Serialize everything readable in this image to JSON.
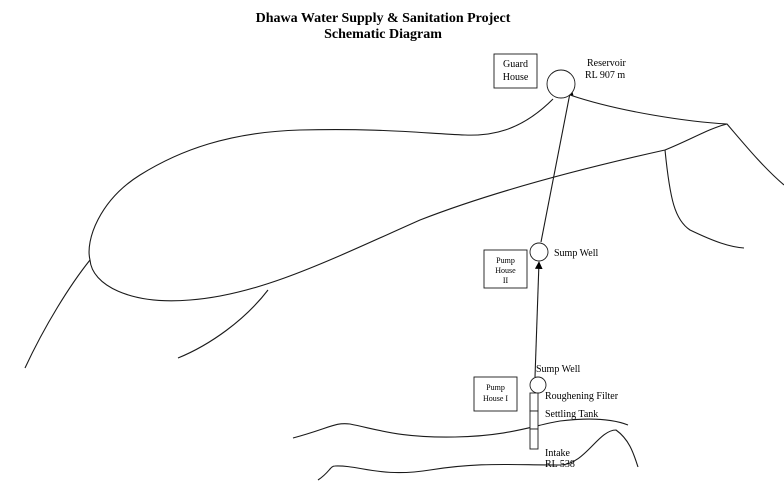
{
  "title": {
    "line1": "Dhawa Water Supply & Sanitation Project",
    "line2": "Schematic Diagram"
  },
  "nodes": {
    "guard_house": {
      "line1": "Guard",
      "line2": "House"
    },
    "reservoir": {
      "line1": "Reservoir",
      "line2": "RL 907 m"
    },
    "sump_well_upper": {
      "label": "Sump Well"
    },
    "pump_house_2": {
      "line1": "Pump",
      "line2": "House",
      "line3": "II"
    },
    "sump_well_lower": {
      "label": "Sump Well"
    },
    "pump_house_1": {
      "line1": "Pump",
      "line2": "House I"
    },
    "roughening_filter": {
      "label": "Roughening Filter"
    },
    "settling_tank": {
      "label": "Settling Tank"
    },
    "intake": {
      "line1": "Intake",
      "line2": "RL 538"
    }
  }
}
